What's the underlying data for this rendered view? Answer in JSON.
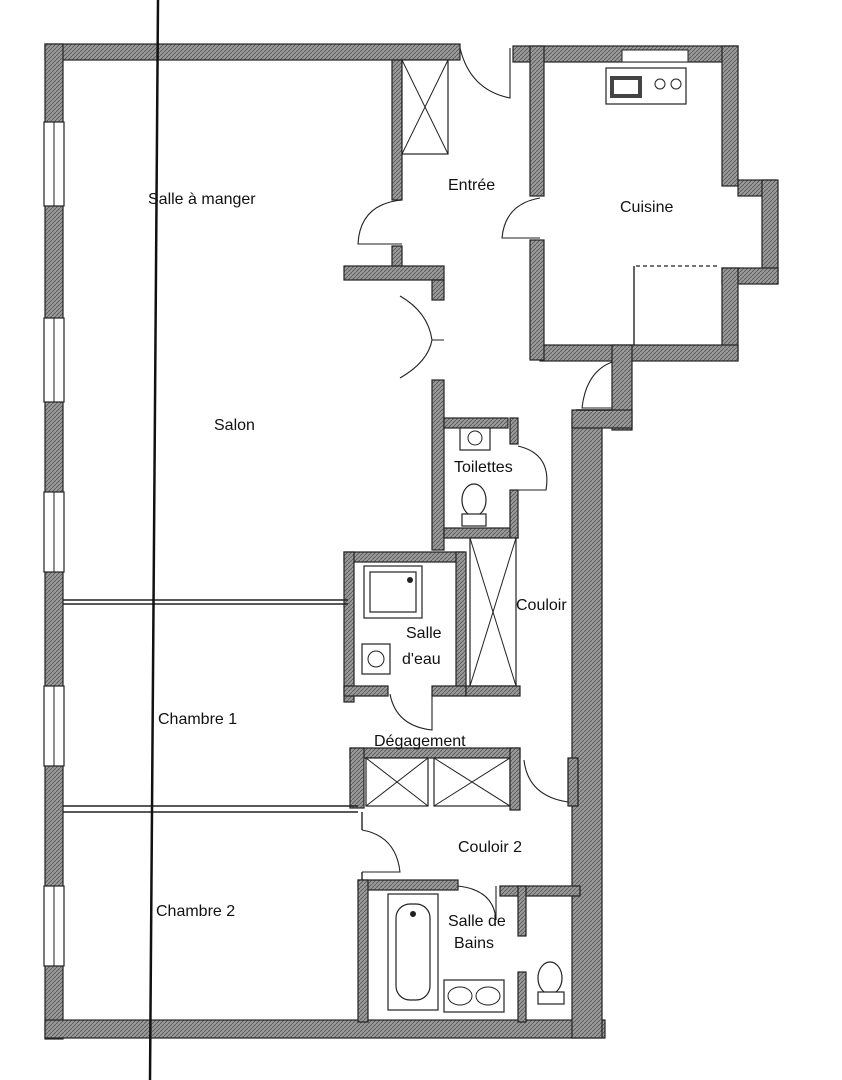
{
  "plan": {
    "rooms": [
      {
        "id": "salle-a-manger",
        "label": "Salle à manger"
      },
      {
        "id": "entree",
        "label": "Entrée"
      },
      {
        "id": "cuisine",
        "label": "Cuisine"
      },
      {
        "id": "salon",
        "label": "Salon"
      },
      {
        "id": "toilettes",
        "label": "Toilettes"
      },
      {
        "id": "couloir",
        "label": "Couloir"
      },
      {
        "id": "salle-deau-1",
        "label": "Salle"
      },
      {
        "id": "salle-deau-2",
        "label": "d'eau"
      },
      {
        "id": "chambre-1",
        "label": "Chambre 1"
      },
      {
        "id": "degagement",
        "label": "Dégagement"
      },
      {
        "id": "couloir-2",
        "label": "Couloir 2"
      },
      {
        "id": "chambre-2",
        "label": "Chambre 2"
      },
      {
        "id": "salle-de-bains-1",
        "label": "Salle de"
      },
      {
        "id": "salle-de-bains-2",
        "label": "Bains"
      }
    ],
    "colors": {
      "wall": "#7a7a7a",
      "line": "#222222",
      "background": "#ffffff"
    }
  }
}
